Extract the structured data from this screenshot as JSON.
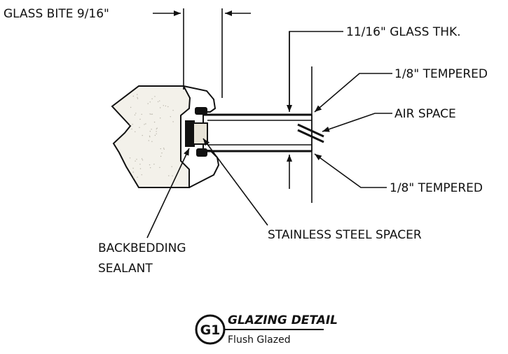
{
  "labels": {
    "glass_bite": "GLASS BITE 9/16\"",
    "glass_thk": "11/16\" GLASS THK.",
    "tempered_top": "1/8\" TEMPERED",
    "air_space": "AIR SPACE",
    "tempered_bottom": "1/8\" TEMPERED",
    "backbedding_line1": "BACKBEDDING",
    "backbedding_line2": "SEALANT",
    "spacer": "STAINLESS STEEL SPACER"
  },
  "title_block": {
    "tag": "G1",
    "title": "GLAZING DETAIL",
    "subtitle": "Flush Glazed"
  },
  "colors": {
    "ink": "#111111",
    "concrete": "#f3f1ea",
    "speckle": "#b9b5aa",
    "spacer_fill": "#e8e4d8",
    "background": "#ffffff"
  }
}
